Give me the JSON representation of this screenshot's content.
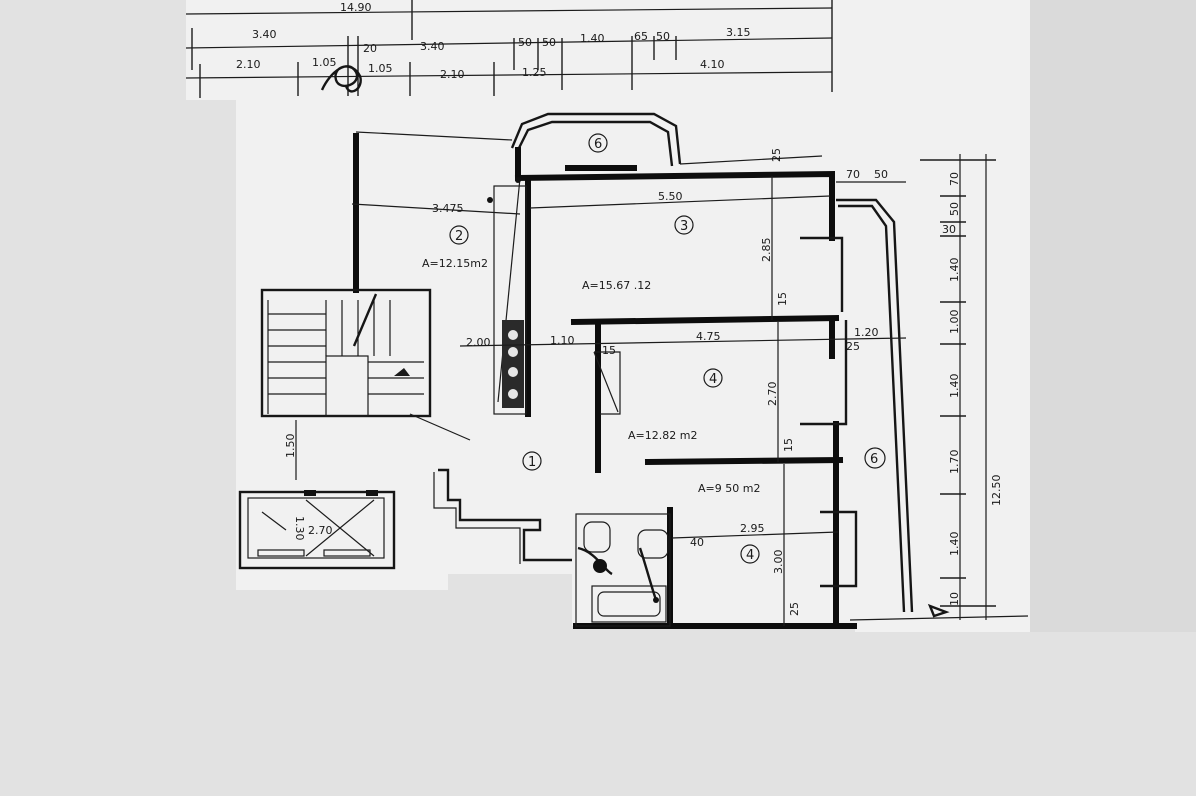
{
  "colors": {
    "background": "#e2e2e2",
    "paper": "#f1f1f1",
    "ink": "#111111"
  },
  "dimensions_top": {
    "total": "14.90",
    "row1": [
      "3.40",
      "20",
      "3.40",
      "50",
      "50",
      "1.40",
      "65",
      "50",
      "3.15"
    ],
    "row2": [
      "2.10",
      "1.05",
      "1.05",
      "2.10",
      "1.25",
      "4.10"
    ]
  },
  "dimensions_interior": {
    "d_3_475": "3.475",
    "d_5_50": "5.50",
    "d_25_top": "25",
    "d_70": "70",
    "d_50": "50",
    "d_2_85": "2.85",
    "d_15_a": "15",
    "d_2_00": "2.00",
    "d_1_10": "1.10",
    "d_15_b": "15",
    "d_4_75": "4.75",
    "d_1_20": "1.20",
    "d_25_mid": "25",
    "d_2_70": "2.70",
    "d_15_c": "15",
    "d_2_95": "2.95",
    "d_40": "40",
    "d_3_00": "3.00",
    "d_25_bot": "25",
    "d_1_50": "1.50",
    "d_1_30": "1.30",
    "d_2_70_lift": "2.70"
  },
  "dimensions_right": {
    "segments": [
      "70",
      "50",
      "30",
      "1.40",
      "1.00",
      "1.40",
      "1.70",
      "1.40",
      "10"
    ],
    "total": "12.50"
  },
  "rooms": {
    "r1": "1",
    "r2": "2",
    "r3": "3",
    "r4a": "4",
    "r4b": "4",
    "r6_top": "6",
    "r6_right": "6"
  },
  "areas": {
    "room2": "A=12.15m2",
    "room3": "A=15.67 .12",
    "room4a": "A=12.82 m2",
    "room4b": "A=9 50 m2"
  }
}
